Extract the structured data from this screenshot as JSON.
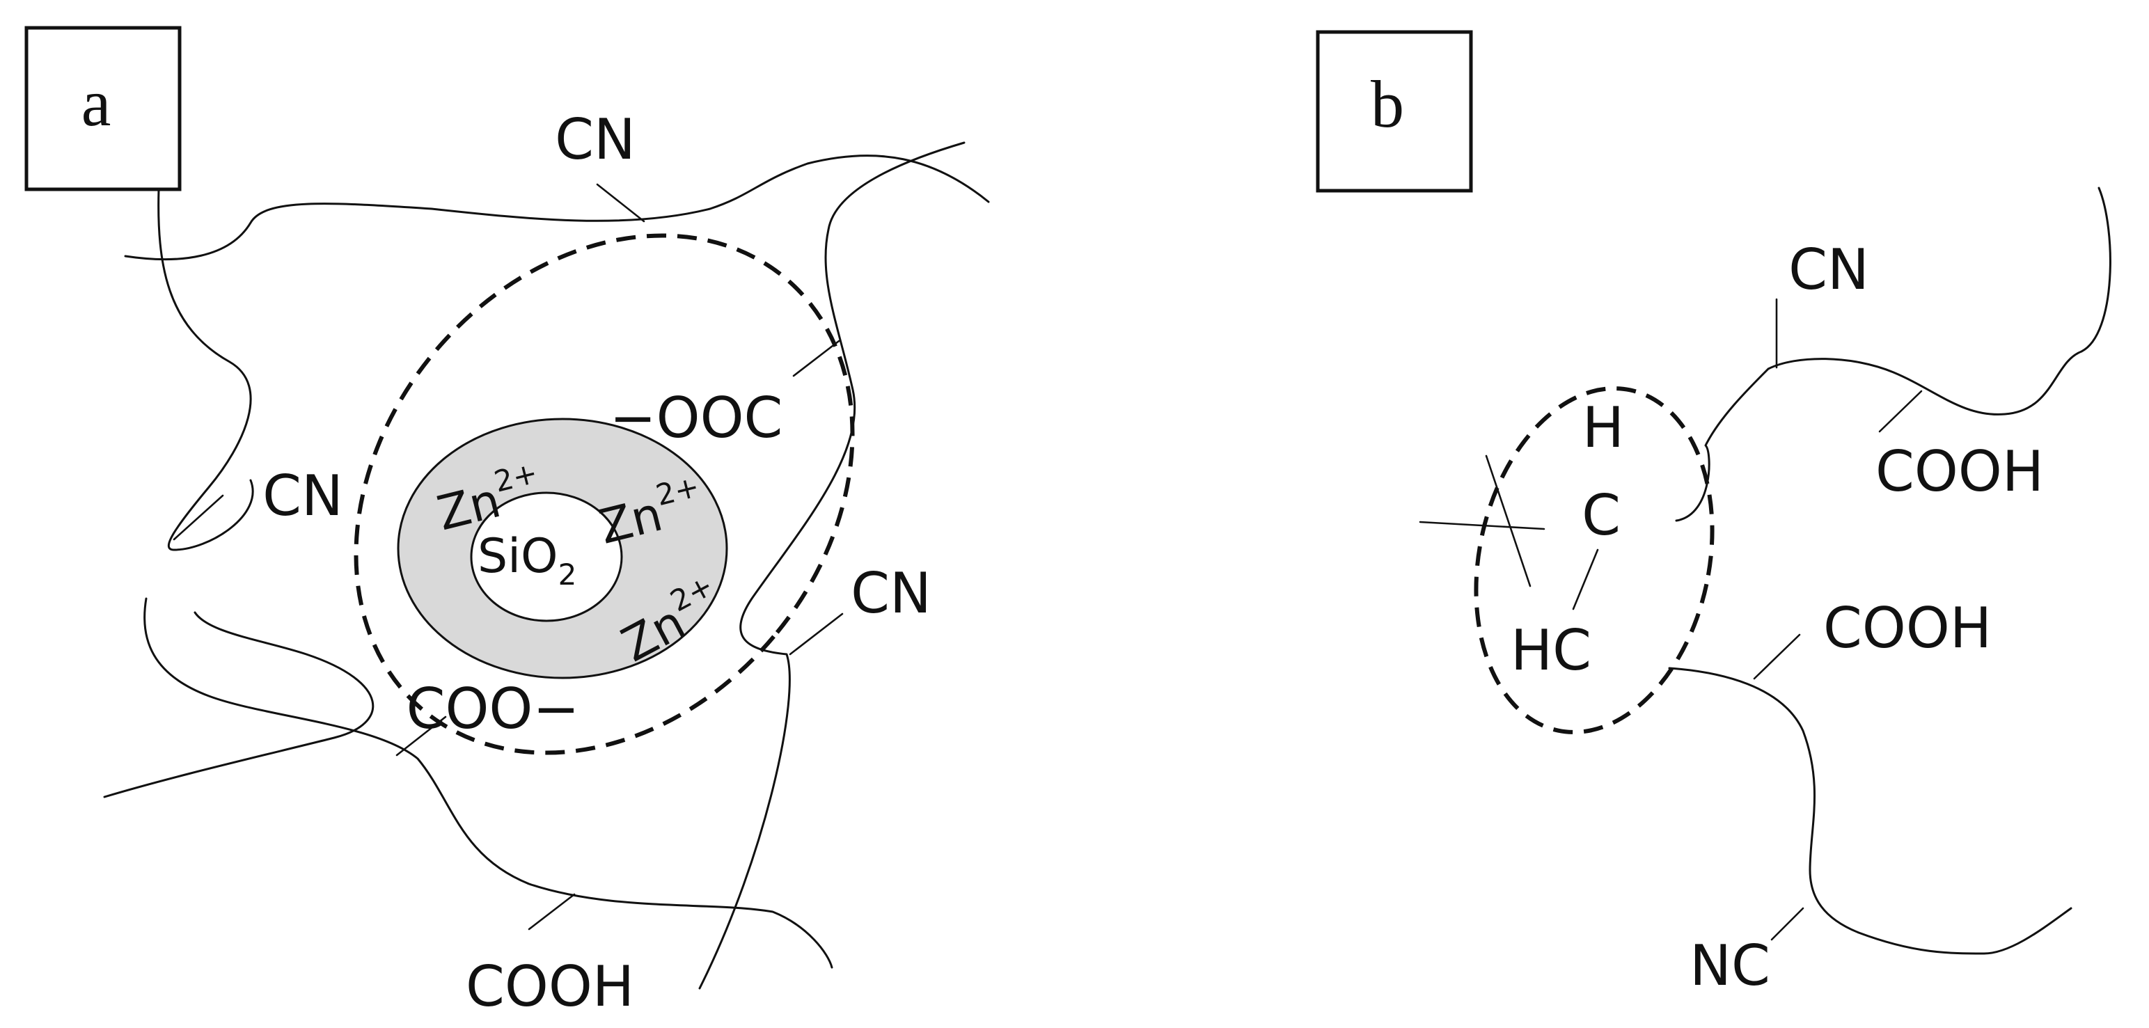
{
  "panel_a": {
    "tag": "a",
    "labels": {
      "cn_top": "CN",
      "cn_left": "CN",
      "cn_right": "CN",
      "cooh_bottom": "COOH",
      "ooc": "−OOC",
      "coo": "COO−"
    },
    "core": {
      "zn": "Zn",
      "charge": "2+",
      "silica": "SiO",
      "silica_sub": "2"
    }
  },
  "panel_b": {
    "tag": "b",
    "labels": {
      "cn": "CN",
      "cooh_upper": "COOH",
      "cooh_lower": "COOH",
      "nc": "NC",
      "h": "H",
      "c": "C",
      "hc": "HC"
    }
  },
  "colors": {
    "line": "#111111",
    "shell_fill": "#d9d9d9",
    "background": "#ffffff"
  }
}
